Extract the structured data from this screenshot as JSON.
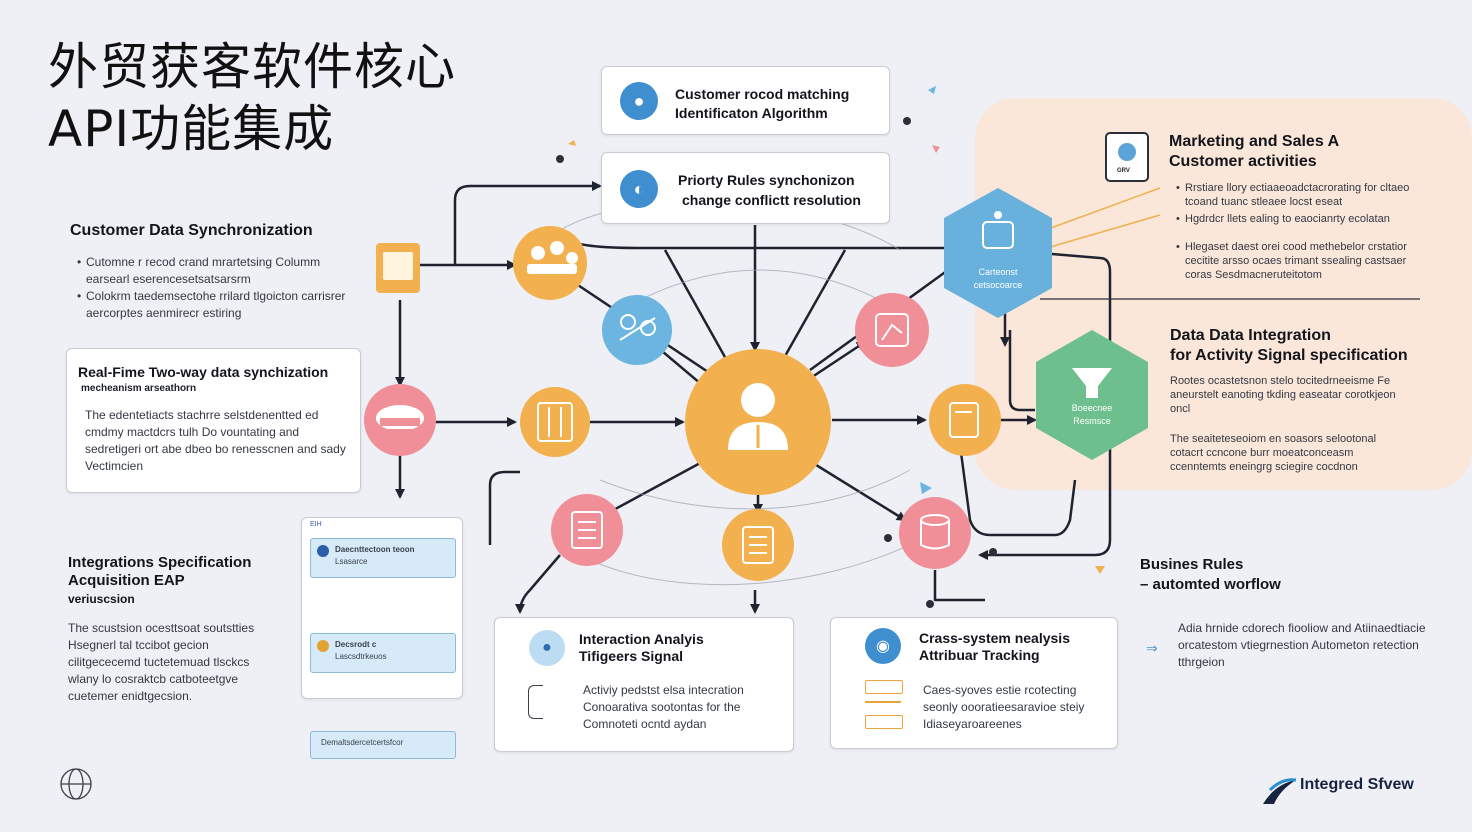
{
  "title": {
    "line1": "外贸获客软件核心",
    "line2": "API功能集成"
  },
  "top_boxes": [
    {
      "line1": "Customer rocod matching",
      "line2": "Identificaton Algorithm"
    },
    {
      "line1": "Priorty Rules synchonizon",
      "line2": "change conflictt resolution"
    }
  ],
  "customer_data_sync": {
    "header": "Customer Data Synchronization",
    "bullets": [
      "Cutomne r recod crand mrartetsing Columm earsearl eserencesetsatsarsrm",
      "Colokrm taedemsectohe rrilard tlgoicton carrisrer aercorptes aenmirecr estiring"
    ]
  },
  "realtime_card": {
    "title_line1": "Real-Fime Two-way data synchization",
    "title_line2": "mecheanism arseathorn",
    "body": "The edentetiacts stachrre selstdenentted ed cmdmy mactdcrs tulh Do vountating and sedretigeri ort abe dbeo bo renesscnen and sady Vectimcien"
  },
  "integration_spec": {
    "header_line1": "Integrations Specification",
    "header_line2": "Acquisition EAP",
    "header_line3": "veriuscsion",
    "body": "The scustsion ocesttsoat soutstties Hsegnerl tal tccibot gecion cilitgececemd tuctetemuad tlsckcs wlany lo cosraktcb catboteetgve cuetemer enidtgecsion."
  },
  "screen_mock": {
    "header": "EIH",
    "rows": [
      {
        "title": "Daecnttectoon teoon",
        "sub": "Lsasarce"
      },
      {
        "title": "Decsrodt c",
        "sub": "Lascsdtrkeuos"
      },
      {
        "title": "Demaltsdercetcertsfcor",
        "sub": ""
      }
    ]
  },
  "marketing_sales": {
    "header_line1": "Marketing and Sales A",
    "header_line2": "Customer activities",
    "bullets": [
      "Rrstiare llory ectiaaeoadctacrorating for cltaeo tcoand tuanc stleaee locst eseat",
      "Hgdrdcr llets ealing to eaocianrty ecolatan",
      "Hlegaset daest orei cood methebelor crstatior cecitite arsso ocaes trimant ssealing castsaer coras Sesdmacneruteitotom"
    ],
    "badge": "GRV"
  },
  "data_integration": {
    "header_line1": "Data Data Integration",
    "header_line2": "for Activity Signal specification",
    "body1": "Rootes ocastetsnon stelo tocitedrneeisme Fe aneurstelt eanoting tkding easeatar corotkjeon oncl",
    "body2": "The seaiteteseoiom en soasors selootonal cotacrt ccncone burr moeatconceasm ccenntemts eneingrg sciegire cocdnon"
  },
  "hex_labels": {
    "blue": {
      "line1": "Carteonst",
      "line2": "cetsocoarce"
    },
    "green": {
      "line1": "Boeecnee",
      "line2": "Resmsce"
    }
  },
  "business_rules": {
    "header_line1": "Busines Rules",
    "header_line2": "– automted worflow",
    "body": "Adia hrnide cdorech fiooliow and Atiinaedtiacie orcatestom vtiegrnestion Autometon retection tthrgeion"
  },
  "interaction_card": {
    "title_line1": "Interaction Analyis",
    "title_line2": "Tifigeers Signal",
    "lines": [
      "Activiy pedstst elsa intecration",
      "Conoarativa sootontas for the",
      "Comnoteti ocntd aydan"
    ]
  },
  "cross_system_card": {
    "title_line1": "Crass-system nealysis",
    "title_line2": "Attribuar Tracking",
    "lines": [
      "Caes-syoves estie rcotecting",
      "seonly oooratieesaravioe steiy",
      "Idiaseyaroareenes"
    ]
  },
  "brand": {
    "name": "Integred Sfvew"
  },
  "colors": {
    "orange": "#f3b04f",
    "blue": "#6cb5e0",
    "pink": "#f08f98",
    "green": "#6dbf8d",
    "hex_blue": "#67b1dc",
    "peach": "#fbe7d9",
    "line": "#1f2330"
  }
}
